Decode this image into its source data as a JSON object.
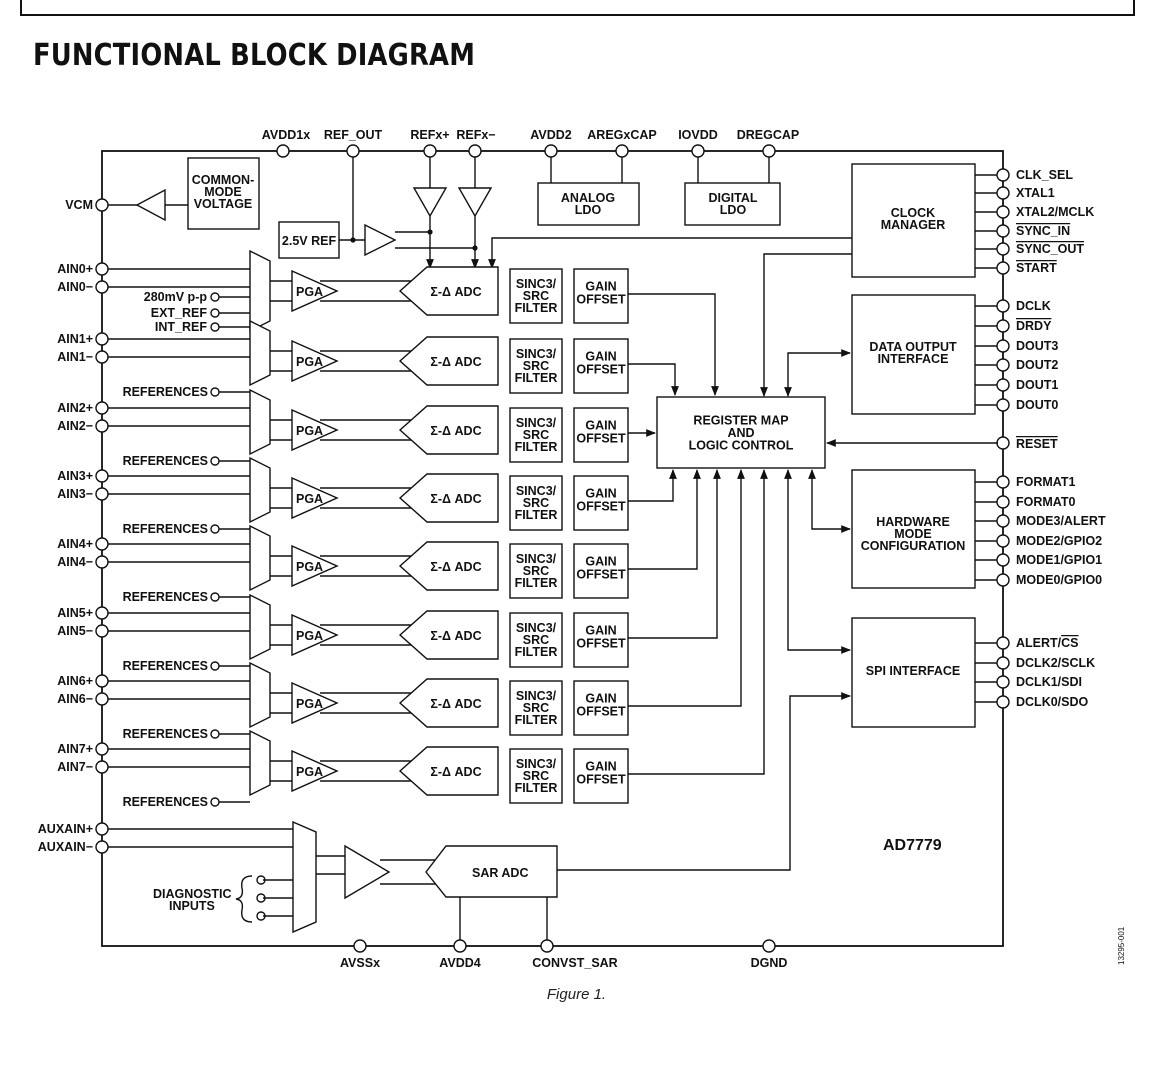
{
  "title": "FUNCTIONAL BLOCK DIAGRAM",
  "caption": "Figure 1.",
  "part_number": "AD7779",
  "figure_id": "13295-001",
  "top_pins": [
    "AVDD1x",
    "REF_OUT",
    "REFx+",
    "REFx−",
    "AVDD2",
    "AREGxCAP",
    "IOVDD",
    "DREGCAP"
  ],
  "bottom_pins": [
    "AVSSx",
    "AVDD4",
    "CONVST_SAR",
    "DGND"
  ],
  "left_pins": {
    "vcm": "VCM",
    "ain": [
      {
        "p": "AIN0+",
        "n": "AIN0−"
      },
      {
        "p": "AIN1+",
        "n": "AIN1−"
      },
      {
        "p": "AIN2+",
        "n": "AIN2−"
      },
      {
        "p": "AIN3+",
        "n": "AIN3−"
      },
      {
        "p": "AIN4+",
        "n": "AIN4−"
      },
      {
        "p": "AIN5+",
        "n": "AIN5−"
      },
      {
        "p": "AIN6+",
        "n": "AIN6−"
      },
      {
        "p": "AIN7+",
        "n": "AIN7−"
      }
    ],
    "aux": [
      "AUXAIN+",
      "AUXAIN−"
    ]
  },
  "internal_inputs": {
    "ch0": [
      "280mV p-p",
      "EXT_REF",
      "INT_REF"
    ],
    "references": "REFERENCES",
    "diagnostic_l1": "DIAGNOSTIC",
    "diagnostic_l2": "INPUTS"
  },
  "blocks": {
    "common_mode": [
      "COMMON-",
      "MODE",
      "VOLTAGE"
    ],
    "ref": "2.5V REF",
    "analog_ldo": [
      "ANALOG",
      "LDO"
    ],
    "digital_ldo": [
      "DIGITAL",
      "LDO"
    ],
    "pga": "PGA",
    "adc": "Σ-Δ ADC",
    "filter": [
      "SINC3/",
      "SRC",
      "FILTER"
    ],
    "gain": [
      "GAIN",
      "OFFSET"
    ],
    "register": [
      "REGISTER MAP",
      "AND",
      "LOGIC CONTROL"
    ],
    "clock": [
      "CLOCK",
      "MANAGER"
    ],
    "data_out": [
      "DATA OUTPUT",
      "INTERFACE"
    ],
    "hw_mode": [
      "HARDWARE",
      "MODE",
      "CONFIGURATION"
    ],
    "spi": "SPI INTERFACE",
    "sar": "SAR ADC"
  },
  "right_pins": {
    "clock": [
      "CLK_SEL",
      "XTAL1",
      "XTAL2/MCLK",
      "SYNC_IN",
      "SYNC_OUT",
      "START"
    ],
    "data": [
      "DCLK",
      "DRDY",
      "DOUT3",
      "DOUT2",
      "DOUT1",
      "DOUT0"
    ],
    "reset": "RESET",
    "hw": [
      "FORMAT1",
      "FORMAT0",
      "MODE3/ALERT",
      "MODE2/GPIO2",
      "MODE1/GPIO1",
      "MODE0/GPIO0"
    ],
    "spi": [
      "ALERT/CS",
      "DCLK2/SCLK",
      "DCLK1/SDI",
      "DCLK0/SDO"
    ]
  }
}
